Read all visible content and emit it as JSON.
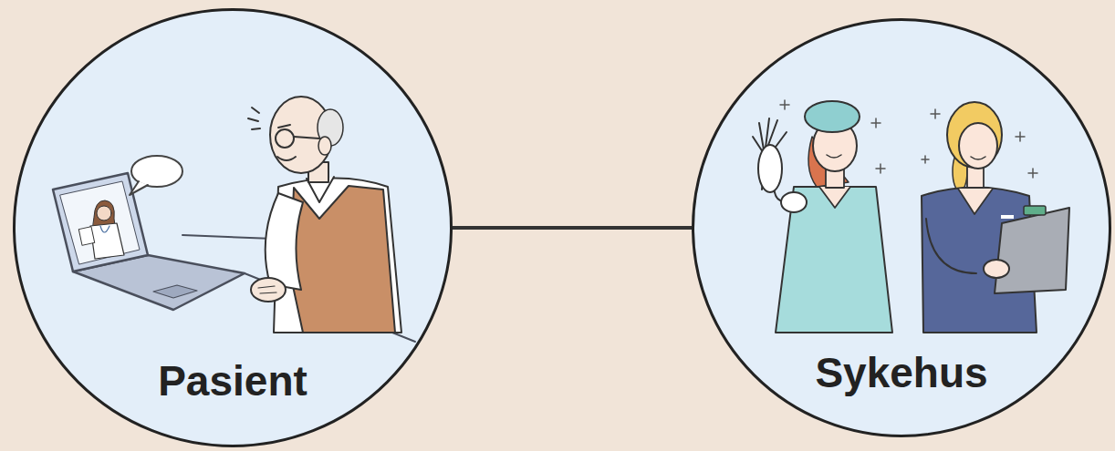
{
  "diagram": {
    "nodes": [
      {
        "text": [
          "Pasient"
        ]
      },
      {
        "text": [
          "Sykehus"
        ]
      }
    ],
    "edges": [
      {
        "from": 0,
        "to": 1,
        "arrow": "none"
      }
    ]
  }
}
